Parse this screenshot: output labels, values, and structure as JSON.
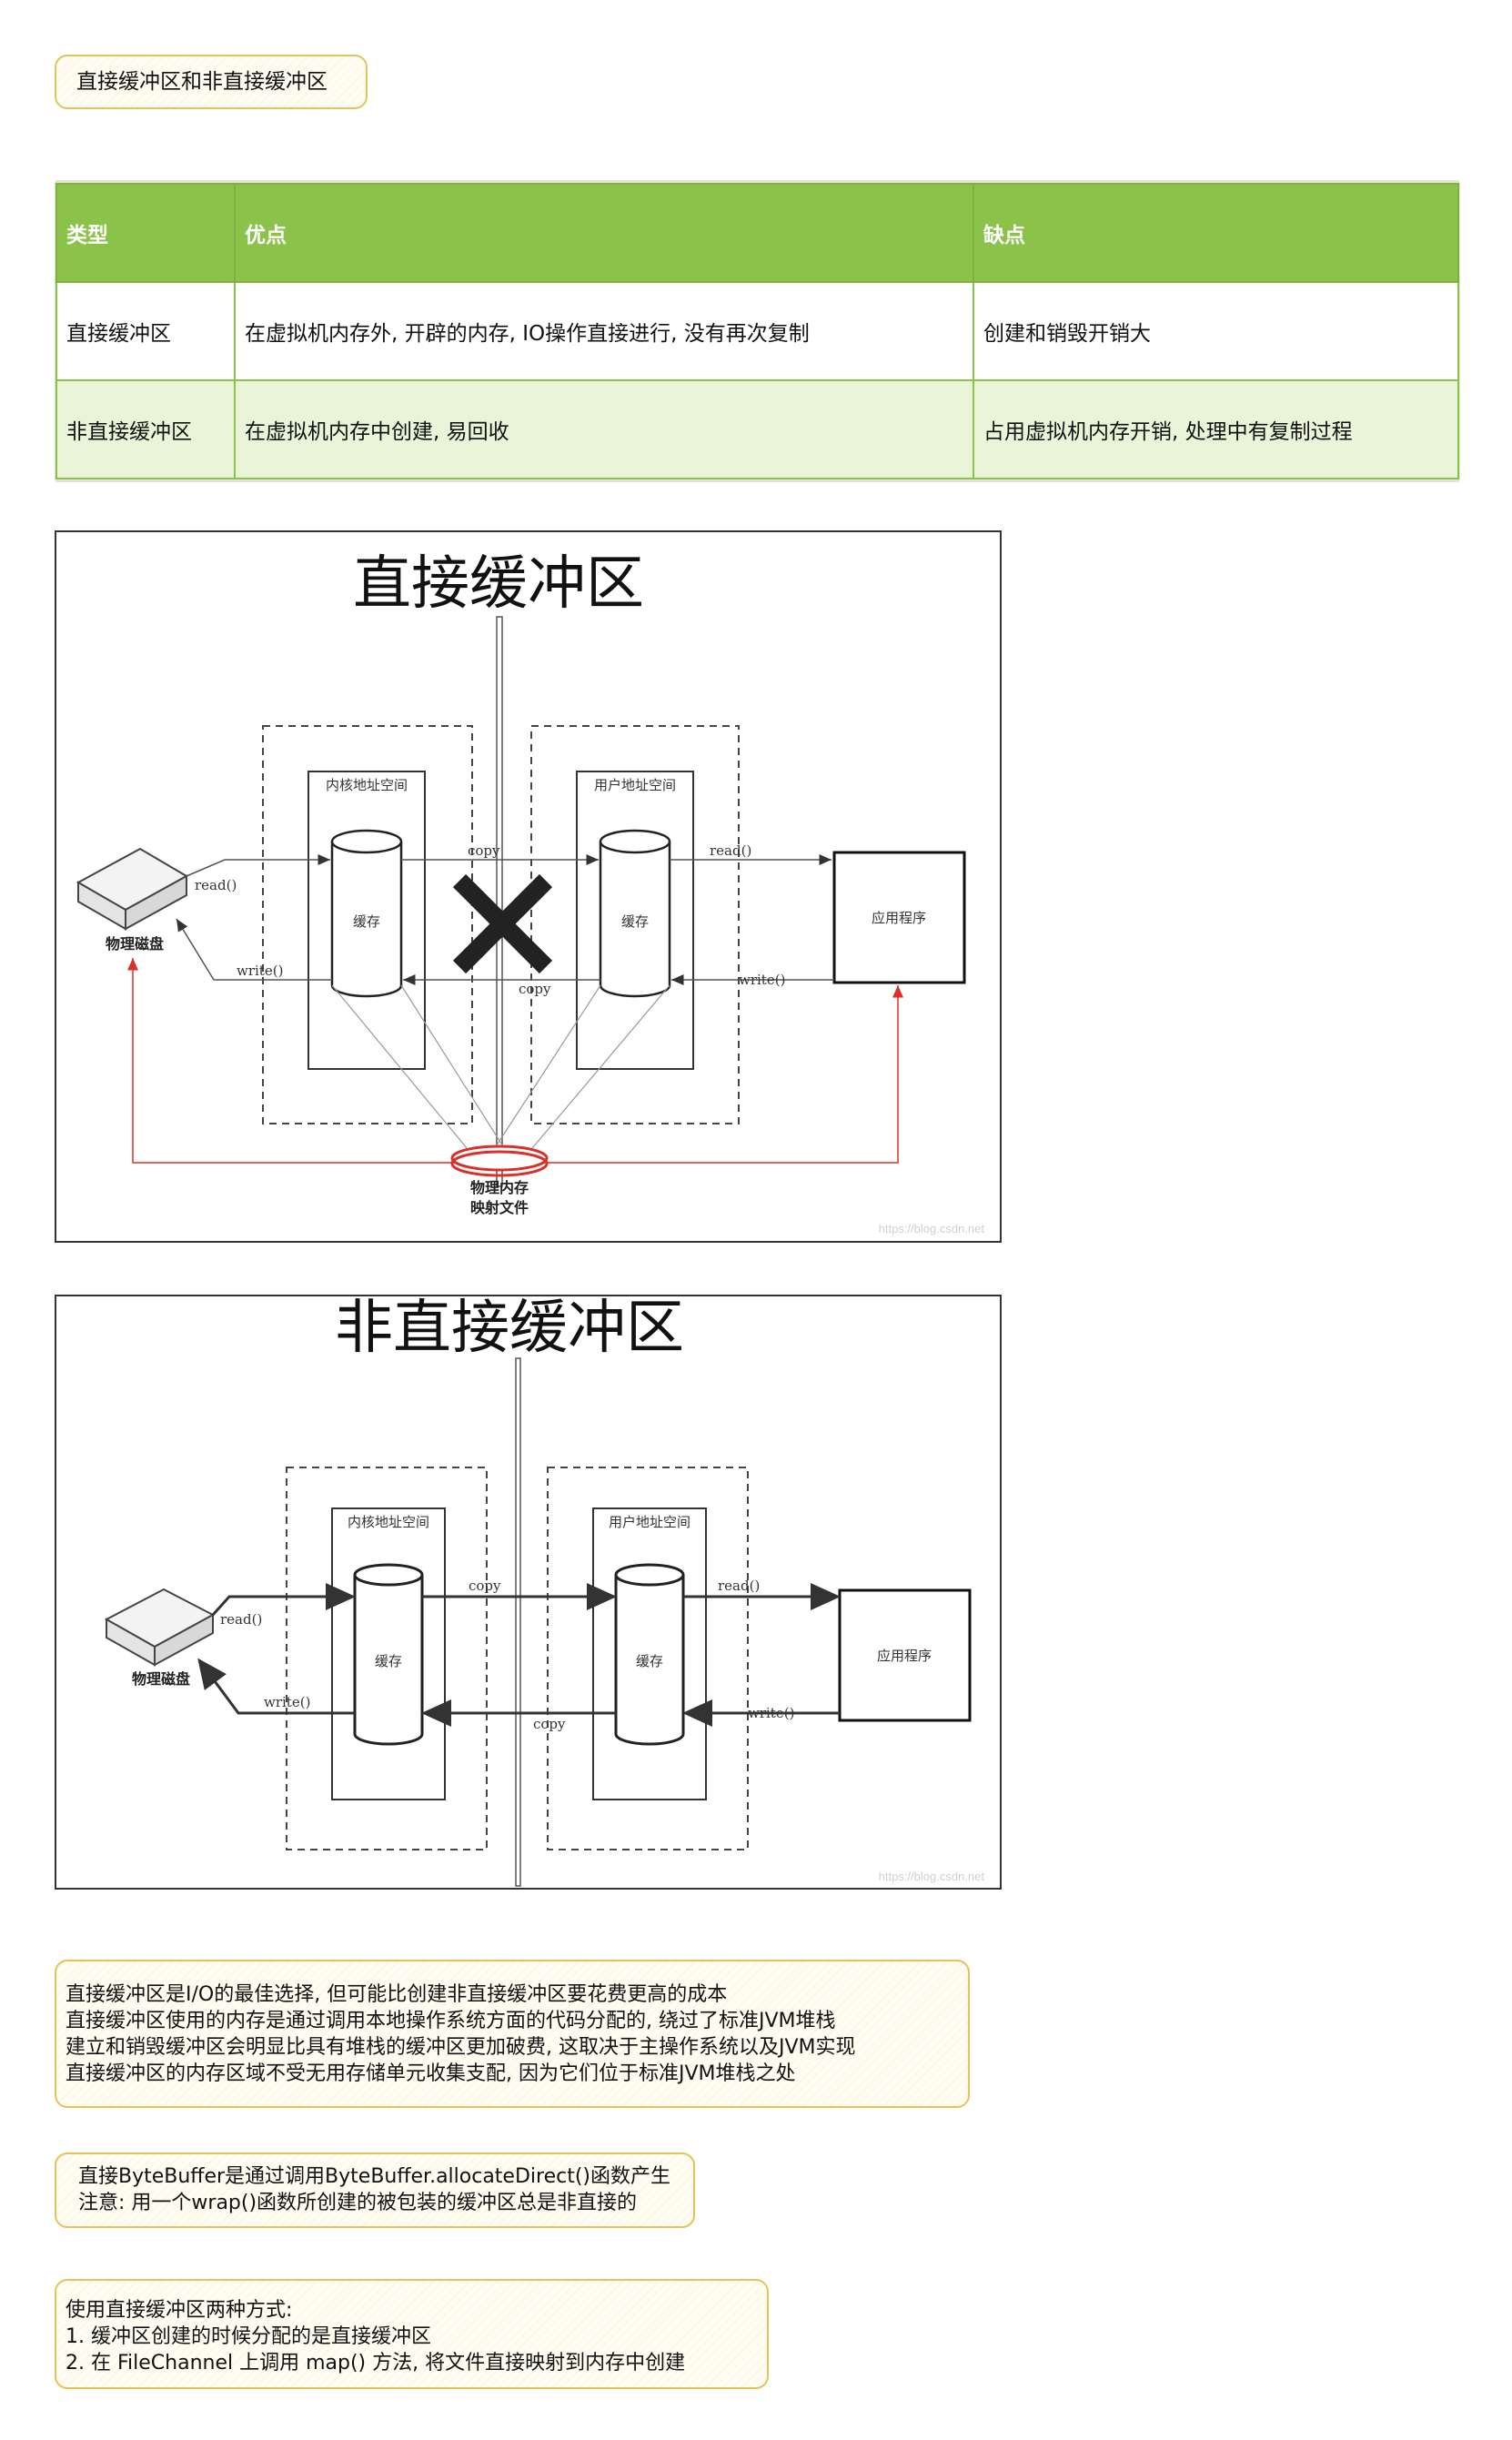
{
  "title_note": "直接缓冲区和非直接缓冲区",
  "table": {
    "headers": [
      "类型",
      "优点",
      "缺点"
    ],
    "rows": [
      [
        "直接缓冲区",
        "在虚拟机内存外, 开辟的内存, IO操作直接进行, 没有再次复制",
        "创建和销毁开销大"
      ],
      [
        "非直接缓冲区",
        "在虚拟机内存中创建, 易回收",
        "占用虚拟机内存开销, 处理中有复制过程"
      ]
    ]
  },
  "diagram_direct": {
    "title": "直接缓冲区",
    "kernel_label": "内核地址空间",
    "user_label": "用户地址空间",
    "cache": "缓存",
    "disk": "物理磁盘",
    "app": "应用程序",
    "read": "read()",
    "write": "write()",
    "copy": "copy",
    "mapped_line1": "物理内存",
    "mapped_line2": "映射文件",
    "watermark": "https://blog.csdn.net"
  },
  "diagram_indirect": {
    "title": "非直接缓冲区",
    "kernel_label": "内核地址空间",
    "user_label": "用户地址空间",
    "cache": "缓存",
    "disk": "物理磁盘",
    "app": "应用程序",
    "read": "read()",
    "write": "write()",
    "copy": "copy",
    "watermark": "https://blog.csdn.net"
  },
  "note_1": [
    "直接缓冲区是I/O的最佳选择, 但可能比创建非直接缓冲区要花费更高的成本",
    "直接缓冲区使用的内存是通过调用本地操作系统方面的代码分配的, 绕过了标准JVM堆栈",
    "建立和销毁缓冲区会明显比具有堆栈的缓冲区更加破费, 这取决于主操作系统以及JVM实现",
    "直接缓冲区的内存区域不受无用存储单元收集支配, 因为它们位于标准JVM堆栈之处"
  ],
  "note_2": [
    "直接ByteBuffer是通过调用ByteBuffer.allocateDirect()函数产生",
    "注意: 用一个wrap()函数所创建的被包装的缓冲区总是非直接的"
  ],
  "note_3": [
    "使用直接缓冲区两种方式:",
    "1. 缓冲区创建的时候分配的是直接缓冲区",
    "2. 在 FileChannel 上调用 map() 方法, 将文件直接映射到内存中创建"
  ]
}
